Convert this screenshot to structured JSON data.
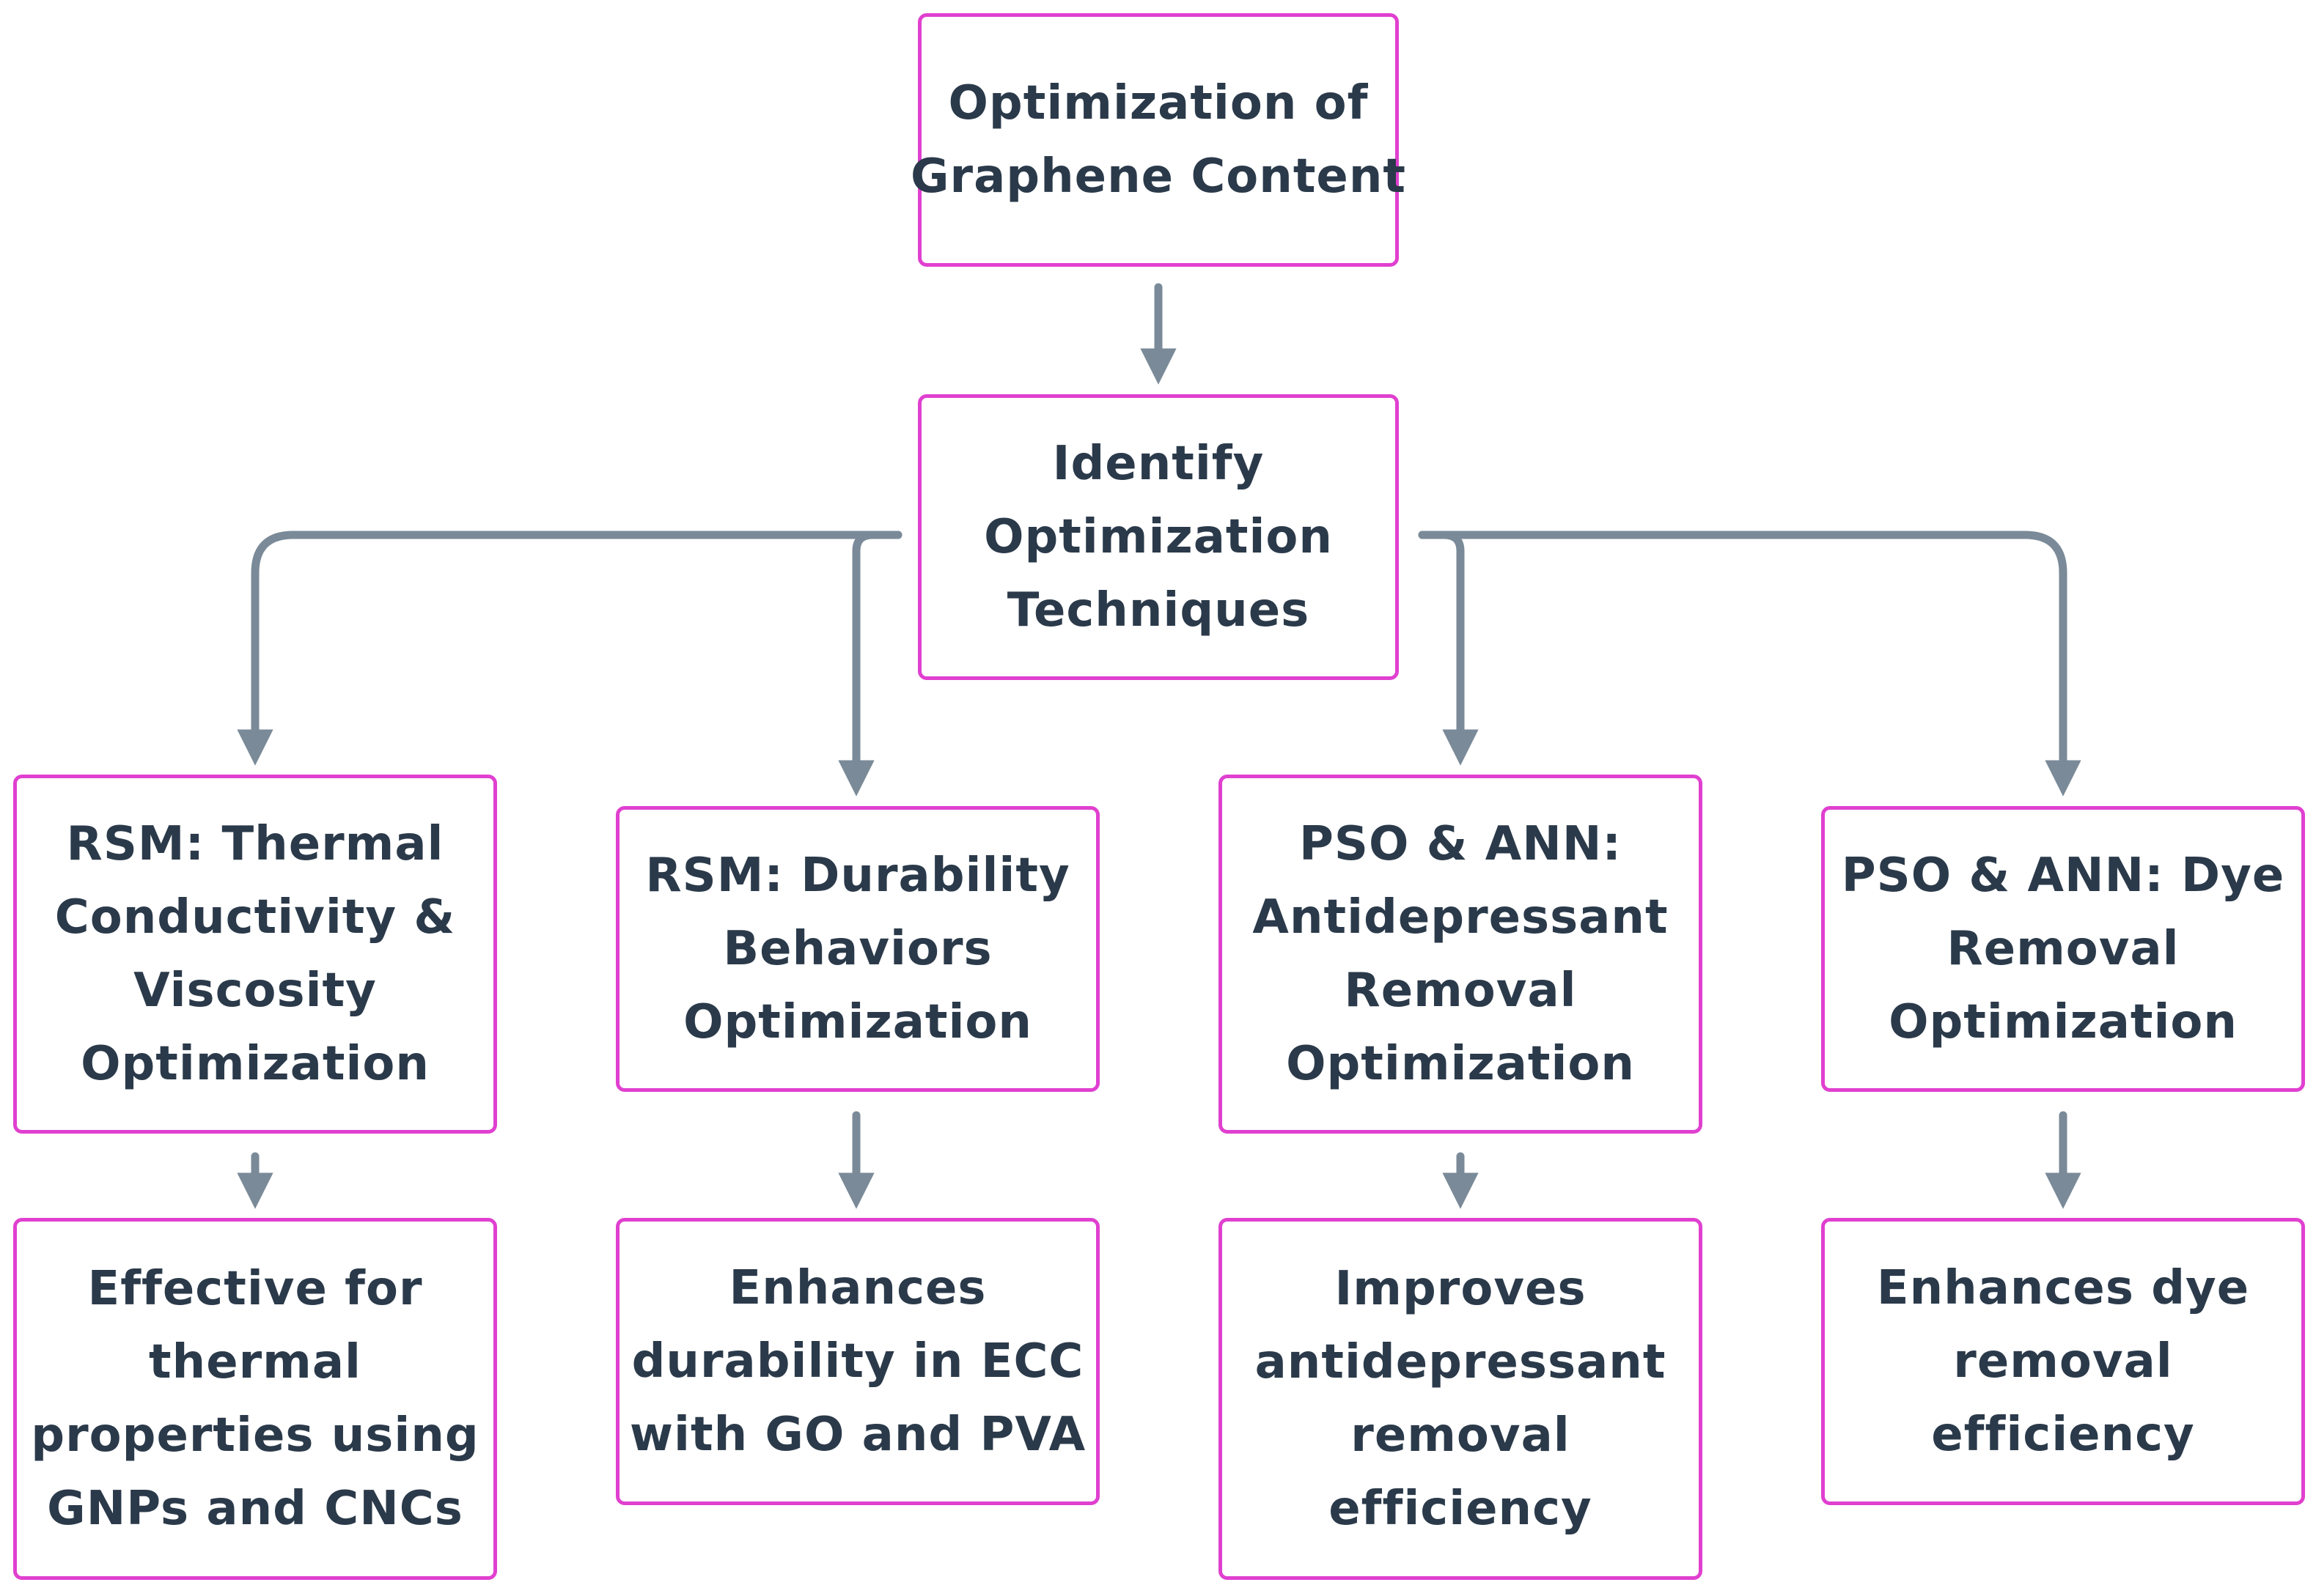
{
  "colors": {
    "box_border": "#e040d0",
    "connector": "#7a8a98",
    "text": "#2b3a4a",
    "background": "#ffffff"
  },
  "diagram": {
    "root": {
      "lines": [
        "Optimization of",
        "Graphene Content"
      ]
    },
    "hub": {
      "lines": [
        "Identify",
        "Optimization",
        "Techniques"
      ]
    },
    "methods": [
      {
        "lines": [
          "RSM: Thermal",
          "Conductivity &",
          "Viscosity",
          "Optimization"
        ]
      },
      {
        "lines": [
          "RSM: Durability",
          "Behaviors",
          "Optimization"
        ]
      },
      {
        "lines": [
          "PSO & ANN:",
          "Antidepressant",
          "Removal",
          "Optimization"
        ]
      },
      {
        "lines": [
          "PSO & ANN: Dye",
          "Removal",
          "Optimization"
        ]
      }
    ],
    "outcomes": [
      {
        "lines": [
          "Effective for",
          "thermal",
          "properties using",
          "GNPs and CNCs"
        ]
      },
      {
        "lines": [
          "Enhances",
          "durability in ECC",
          "with GO and PVA"
        ]
      },
      {
        "lines": [
          "Improves",
          "antidepressant",
          "removal",
          "efficiency"
        ]
      },
      {
        "lines": [
          "Enhances dye",
          "removal",
          "efficiency"
        ]
      }
    ]
  }
}
